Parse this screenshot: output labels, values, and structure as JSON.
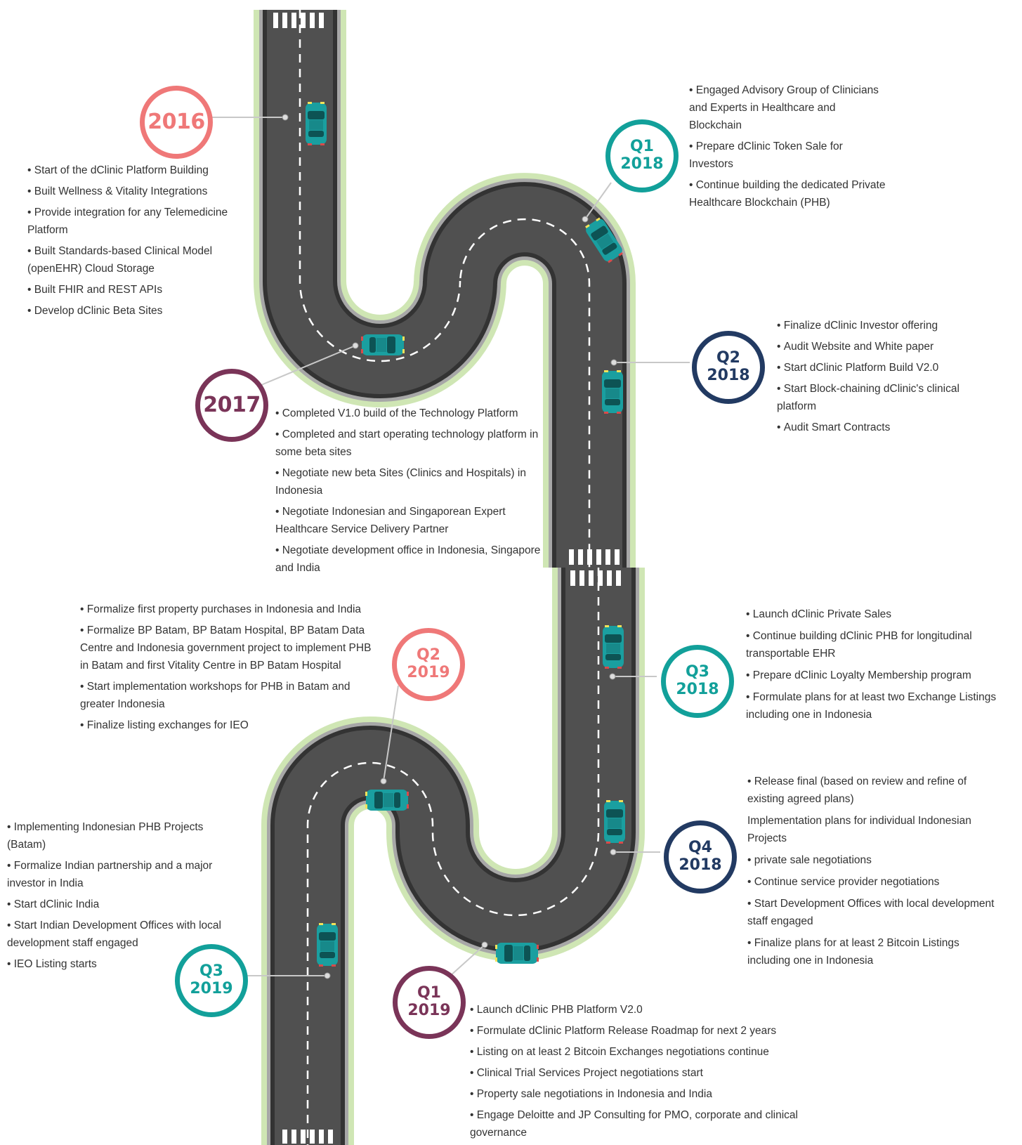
{
  "colors": {
    "pink": "#ef7878",
    "teal": "#12a09a",
    "navy": "#223a62",
    "plum": "#7a3458",
    "asphalt": "#505050",
    "grass": "#cfe6b4",
    "car": "#1a9fa0"
  },
  "milestones": [
    {
      "id": "2016",
      "line1": "2016",
      "line2": "",
      "color": "pink",
      "items": [
        {
          "t": "Start of the dClinic Platform Building",
          "b": true
        },
        {
          "t": "Built Wellness & Vitality Integrations",
          "b": true
        },
        {
          "t": "Provide integration for any Telemedicine Platform",
          "b": true
        },
        {
          "t": "Built Standards-based Clinical Model (openEHR) Cloud Storage",
          "b": true
        },
        {
          "t": "Built FHIR and REST APIs",
          "b": true
        },
        {
          "t": "Develop dClinic Beta Sites",
          "b": true
        }
      ]
    },
    {
      "id": "q1-2018",
      "line1": "Q1",
      "line2": "2018",
      "color": "teal",
      "items": [
        {
          "t": "Engaged Advisory Group of Clinicians and Experts in Healthcare and Blockchain",
          "b": true
        },
        {
          "t": "Prepare dClinic Token Sale for Investors",
          "b": true
        },
        {
          "t": "Continue building the dedicated Private Healthcare Blockchain (PHB)",
          "b": true
        }
      ]
    },
    {
      "id": "q2-2018",
      "line1": "Q2",
      "line2": "2018",
      "color": "navy",
      "items": [
        {
          "t": "Finalize dClinic Investor offering",
          "b": true
        },
        {
          "t": "Audit Website and White paper",
          "b": true
        },
        {
          "t": "Start dClinic Platform Build V2.0",
          "b": true
        },
        {
          "t": "Start Block-chaining dClinic's clinical platform",
          "b": true
        },
        {
          "t": "Audit Smart Contracts",
          "b": true
        }
      ]
    },
    {
      "id": "2017",
      "line1": "2017",
      "line2": "",
      "color": "plum",
      "items": [
        {
          "t": "Completed V1.0 build of the Technology Platform",
          "b": true
        },
        {
          "t": "Completed and start operating technology platform in some beta sites",
          "b": true
        },
        {
          "t": "Negotiate new beta Sites (Clinics and Hospitals) in Indonesia",
          "b": true
        },
        {
          "t": "Negotiate Indonesian and Singaporean Expert Healthcare Service Delivery Partner",
          "b": true
        },
        {
          "t": "Negotiate development office in Indonesia, Singapore and India",
          "b": true
        }
      ]
    },
    {
      "id": "q2-2019",
      "line1": "Q2",
      "line2": "2019",
      "color": "pink",
      "items": [
        {
          "t": "Formalize first property purchases in Indonesia and India",
          "b": true
        },
        {
          "t": "Formalize BP Batam, BP Batam Hospital, BP Batam Data Centre and Indonesia government project to implement PHB in Batam and first Vitality Centre in BP Batam Hospital",
          "b": true
        },
        {
          "t": "Start implementation workshops for PHB in Batam and greater Indonesia",
          "b": true
        },
        {
          "t": "Finalize listing exchanges for IEO",
          "b": true
        }
      ]
    },
    {
      "id": "q3-2018",
      "line1": "Q3",
      "line2": "2018",
      "color": "teal",
      "items": [
        {
          "t": "Launch dClinic Private Sales",
          "b": true
        },
        {
          "t": "Continue building dClinic PHB for longitudinal transportable EHR",
          "b": true
        },
        {
          "t": "Prepare dClinic Loyalty Membership program",
          "b": true
        },
        {
          "t": "Formulate plans for at least two Exchange Listings including one in Indonesia",
          "b": true
        }
      ]
    },
    {
      "id": "q4-2018",
      "line1": "Q4",
      "line2": "2018",
      "color": "navy",
      "items": [
        {
          "t": "Release final (based on review and refine of existing agreed plans)",
          "b": true
        },
        {
          "t": "Implementation plans for individual Indonesian Projects",
          "b": false
        },
        {
          "t": "private sale negotiations",
          "b": true
        },
        {
          "t": "Continue service provider negotiations",
          "b": true
        },
        {
          "t": "Start Development Offices with local development staff engaged",
          "b": true
        },
        {
          "t": "Finalize plans for at least 2 Bitcoin Listings including one in Indonesia",
          "b": true
        }
      ]
    },
    {
      "id": "q3-2019",
      "line1": "Q3",
      "line2": "2019",
      "color": "teal",
      "items": [
        {
          "t": "Implementing Indonesian PHB Projects (Batam)",
          "b": true
        },
        {
          "t": "Formalize Indian partnership and a major investor in India",
          "b": true
        },
        {
          "t": "Start dClinic India",
          "b": true
        },
        {
          "t": "Start Indian Development Offices with local development staff engaged",
          "b": true
        },
        {
          "t": "IEO Listing starts",
          "b": true
        }
      ]
    },
    {
      "id": "q1-2019",
      "line1": "Q1",
      "line2": "2019",
      "color": "plum",
      "items": [
        {
          "t": "Launch dClinic PHB Platform V2.0",
          "b": true
        },
        {
          "t": "Formulate dClinic Platform Release Roadmap for next 2 years",
          "b": true
        },
        {
          "t": "Listing on at least 2 Bitcoin Exchanges negotiations continue",
          "b": true
        },
        {
          "t": "Clinical Trial Services Project negotiations start",
          "b": true
        },
        {
          "t": "Property sale negotiations in Indonesia and India",
          "b": true
        },
        {
          "t": "Engage Deloitte and JP Consulting for PMO, corporate and clinical governance",
          "b": true
        }
      ]
    }
  ]
}
